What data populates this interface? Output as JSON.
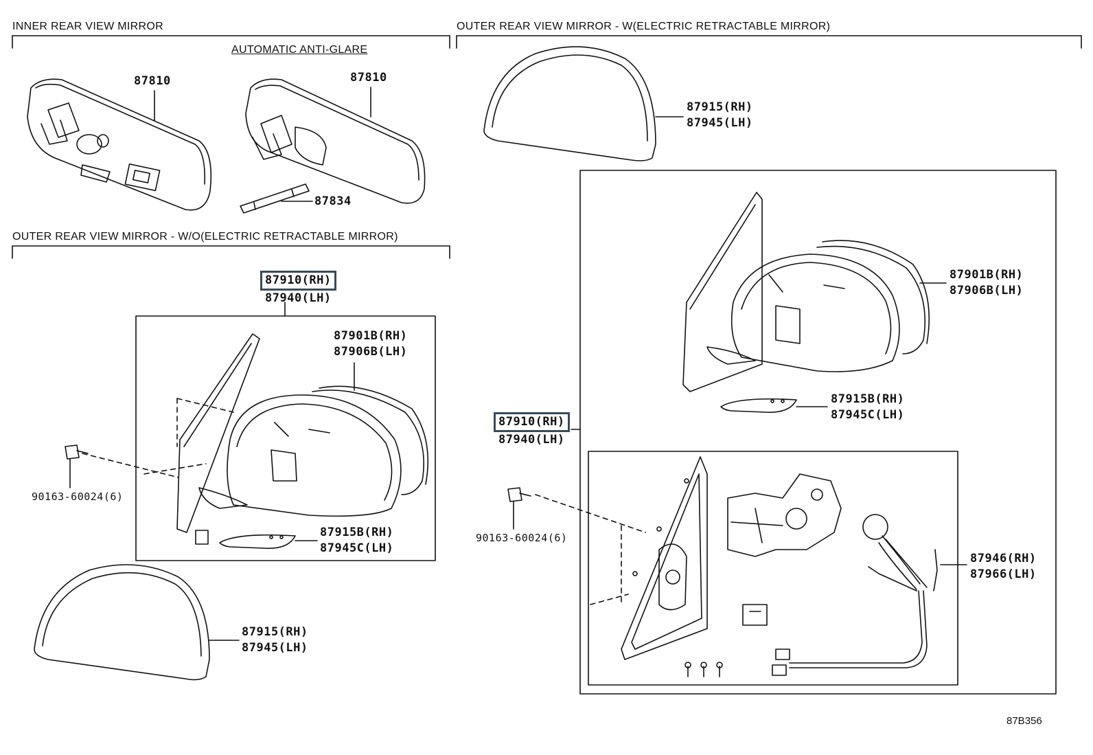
{
  "sections": {
    "inner": "INNER REAR VIEW MIRROR",
    "outer_wo": "OUTER REAR VIEW MIRROR - W/O(ELECTRIC RETRACTABLE MIRROR)",
    "outer_w": "OUTER REAR VIEW MIRROR - W(ELECTRIC RETRACTABLE MIRROR)"
  },
  "subheading": "AUTOMATIC ANTI-GLARE",
  "labels": {
    "inner_mirror_1": "87810",
    "inner_mirror_2": "87810",
    "inner_clip": "87834",
    "wo_assy_rh": "87910(RH)",
    "wo_assy_lh": "87940(LH)",
    "wo_glass_rh": "87901B(RH)",
    "wo_glass_lh": "87906B(LH)",
    "wo_lamp_rh": "87915B(RH)",
    "wo_lamp_lh": "87945C(LH)",
    "wo_screw": "90163-60024(6)",
    "wo_cover_rh": "87915(RH)",
    "wo_cover_lh": "87945(LH)",
    "w_cover_rh": "87915(RH)",
    "w_cover_lh": "87945(LH)",
    "w_glass_rh": "87901B(RH)",
    "w_glass_lh": "87906B(LH)",
    "w_lamp_rh": "87915B(RH)",
    "w_lamp_lh": "87945C(LH)",
    "w_assy_rh": "87910(RH)",
    "w_assy_lh": "87940(LH)",
    "w_screw": "90163-60024(6)",
    "w_motor_rh": "87946(RH)",
    "w_motor_lh": "87966(LH)"
  },
  "diagram_ref": "87B356"
}
